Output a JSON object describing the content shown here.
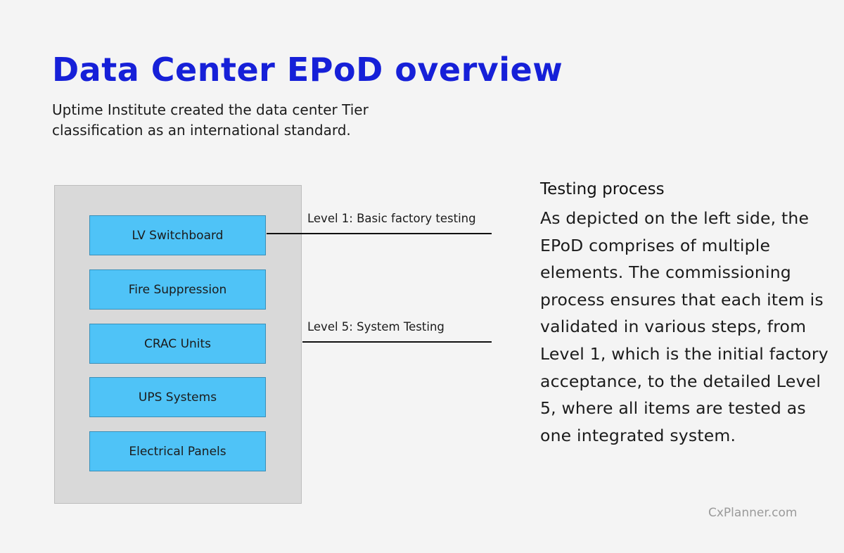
{
  "header": {
    "title": "Data Center EPoD overview",
    "subtitle": "Uptime Institute created the data center Tier classification as an international standard."
  },
  "diagram": {
    "components": [
      "LV Switchboard",
      "Fire Suppression",
      "CRAC Units",
      "UPS Systems",
      "Electrical Panels"
    ],
    "levels": [
      "Level 1: Basic factory testing",
      "Level 5: System Testing"
    ]
  },
  "side_panel": {
    "heading": "Testing process",
    "body": "As depicted on the left side, the EPoD comprises of multiple elements. The commissioning process ensures that each item is validated in various steps, from Level 1, which is the initial factory acceptance, to the detailed Level 5, where all items are tested as one integrated system."
  },
  "footer": {
    "brand": "CxPlanner.com"
  },
  "colors": {
    "title": "#1620d8",
    "component_fill": "#4fc3f7",
    "container_fill": "#d9d9d9",
    "background": "#f4f4f4"
  }
}
